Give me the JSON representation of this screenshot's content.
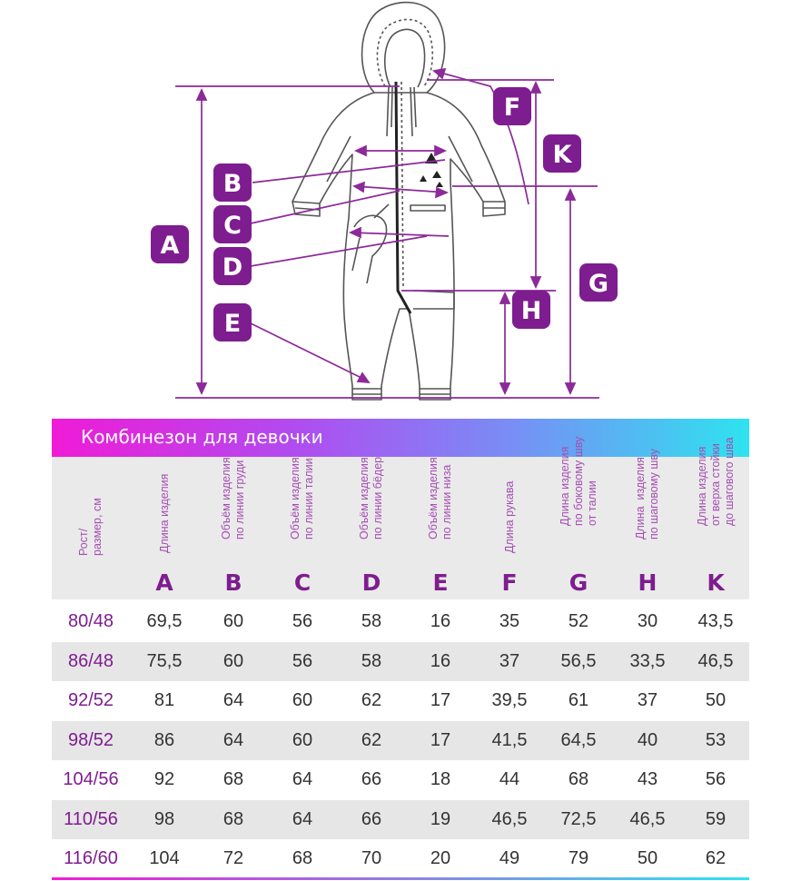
{
  "diagram": {
    "badges": [
      "A",
      "B",
      "C",
      "D",
      "E",
      "F",
      "G",
      "H",
      "K"
    ],
    "badge_color": "#7e1d8f",
    "line_color": "#8c2a9a"
  },
  "table": {
    "title": "Комбинезон для девочки",
    "header_first": "Рост/\nразмер, см",
    "columns": [
      {
        "label": "Длина изделия",
        "letter": "A"
      },
      {
        "label": "Объём изделия\nпо линии груди",
        "letter": "B"
      },
      {
        "label": "Объём изделия\nпо линии талии",
        "letter": "C"
      },
      {
        "label": "Объём изделия\nпо линии бёдер",
        "letter": "D"
      },
      {
        "label": "Объём изделия\nпо линии низа",
        "letter": "E"
      },
      {
        "label": "Длина рукава",
        "letter": "F"
      },
      {
        "label": "Длина изделия\nпо боковому шву\nот талии",
        "letter": "G"
      },
      {
        "label": "Длина  изделия\nпо шаговому шву",
        "letter": "H"
      },
      {
        "label": "Длина изделия\nот верха стойки\nдо шагового шва",
        "letter": "K"
      }
    ],
    "rows": [
      {
        "size": "80/48",
        "values": [
          "69,5",
          "60",
          "56",
          "58",
          "16",
          "35",
          "52",
          "30",
          "43,5"
        ]
      },
      {
        "size": "86/48",
        "values": [
          "75,5",
          "60",
          "56",
          "58",
          "16",
          "37",
          "56,5",
          "33,5",
          "46,5"
        ]
      },
      {
        "size": "92/52",
        "values": [
          "81",
          "64",
          "60",
          "62",
          "17",
          "39,5",
          "61",
          "37",
          "50"
        ]
      },
      {
        "size": "98/52",
        "values": [
          "86",
          "64",
          "60",
          "62",
          "17",
          "41,5",
          "64,5",
          "40",
          "53"
        ]
      },
      {
        "size": "104/56",
        "values": [
          "92",
          "68",
          "64",
          "66",
          "18",
          "44",
          "68",
          "43",
          "56"
        ]
      },
      {
        "size": "110/56",
        "values": [
          "98",
          "68",
          "64",
          "66",
          "19",
          "46,5",
          "72,5",
          "46,5",
          "59"
        ]
      },
      {
        "size": "116/60",
        "values": [
          "104",
          "72",
          "68",
          "70",
          "20",
          "49",
          "79",
          "50",
          "62"
        ]
      }
    ]
  }
}
